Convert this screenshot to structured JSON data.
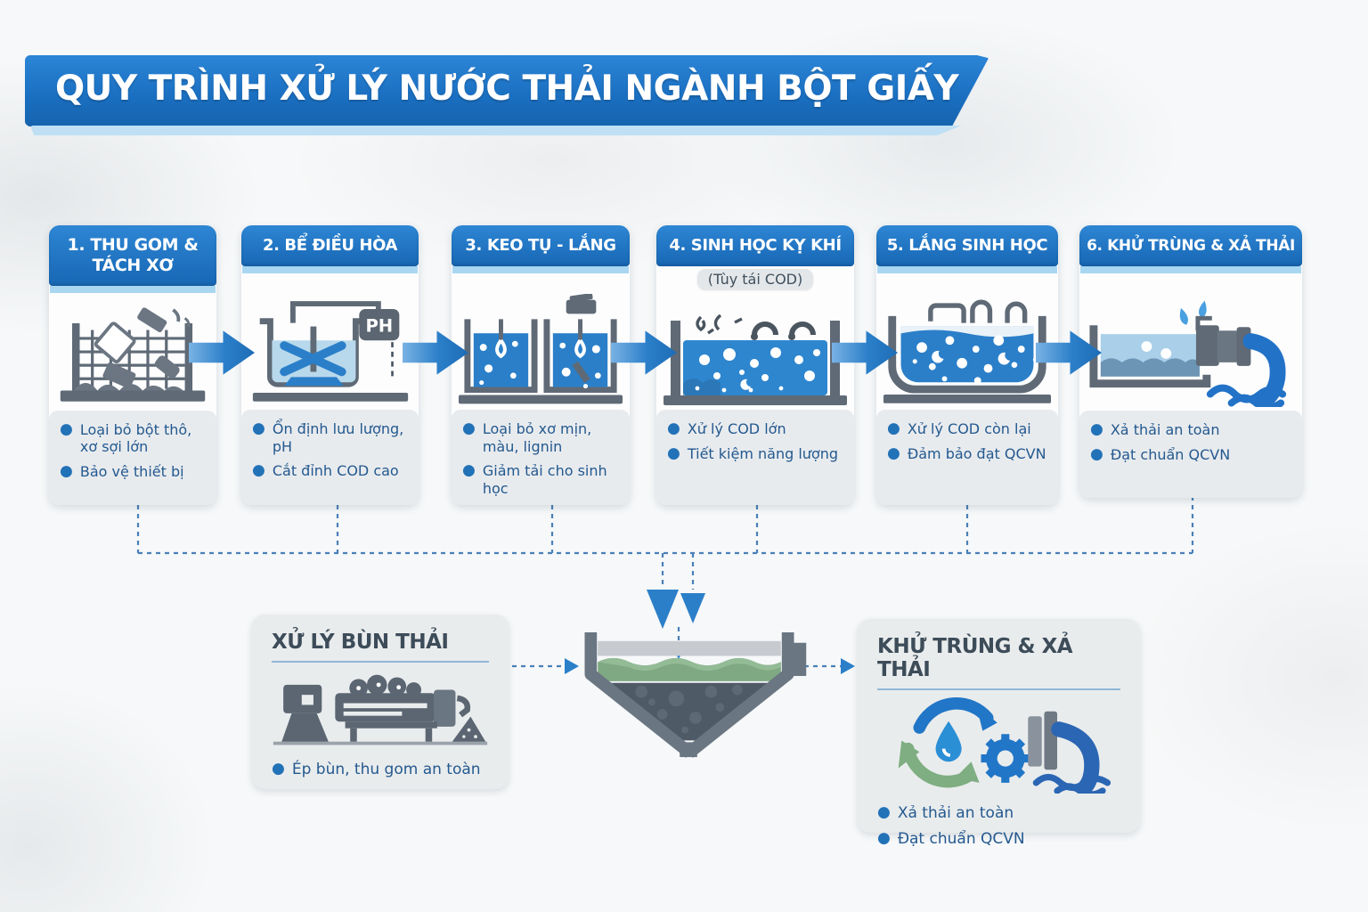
{
  "title": "QUY TRÌNH XỬ LÝ NƯỚC THẢI NGÀNH BỘT GIẤY",
  "steps": [
    {
      "label": "1. THU GOM & TÁCH XƠ",
      "icon": "bar-screen-icon",
      "bullets": [
        "Loại bỏ bột thô, xơ sợi lớn",
        "Bảo vệ thiết bị"
      ]
    },
    {
      "label": "2. BỂ ĐIỀU HÒA",
      "icon": "equalization-tank-icon",
      "ph_tag": "PH",
      "bullets": [
        "Ổn định lưu lượng, pH",
        "Cắt đỉnh COD cao"
      ]
    },
    {
      "label": "3. KEO TỤ - LẮNG",
      "icon": "coagulation-settling-icon",
      "bullets": [
        "Loại bỏ xơ mịn, màu, lignin",
        "Giảm tải cho sinh học"
      ]
    },
    {
      "label": "4. SINH HỌC KỴ KHÍ",
      "sublabel": "(Tùy tái COD)",
      "icon": "anaerobic-tank-icon",
      "bullets": [
        "Xử lý COD lớn",
        "Tiết kiệm năng lượng"
      ]
    },
    {
      "label": "5. LẮNG SINH HỌC",
      "icon": "bio-settling-tank-icon",
      "bullets": [
        "Xử lý COD còn lại",
        "Đảm bảo đạt QCVN"
      ]
    },
    {
      "label": "6. KHỬ TRÙNG & XẢ THẢI",
      "icon": "discharge-outfall-icon",
      "bullets": [
        "Xả thải an toàn",
        "Đạt chuẩn QCVN"
      ]
    }
  ],
  "sludge_box": {
    "title": "XỬ LÝ BÙN THẢI",
    "icon": "sludge-press-icon",
    "bullets": [
      "Ép bùn, thu gom an toàn"
    ]
  },
  "discharge_box": {
    "title": "KHỬ TRÙNG & XẢ THẢI",
    "icon": "recycle-gear-outfall-icon",
    "bullets": [
      "Xả thải an toàn",
      "Đạt chuẩn QCVN"
    ]
  },
  "center_icon": "clarifier-funnel-icon",
  "colors": {
    "banner_blue": "#1b70c2",
    "banner_strip": "#bfe0f4",
    "header_blue": "#1767b4",
    "arrow_blue": "#2b7fc9",
    "bullet_text": "#24598f",
    "bullet_dot": "#2272b8",
    "card_bg": "#fdfdfe",
    "bullets_bg": "#e8ebee",
    "bottom_box_bg": "#e9eced",
    "bottom_title": "#3d4c59",
    "icon_gray": "#5f6a76",
    "water_blue": "#2b7fc9",
    "water_light": "#b8d9ec",
    "green_layer": "#7fa983",
    "connector": "#4a80b8"
  }
}
